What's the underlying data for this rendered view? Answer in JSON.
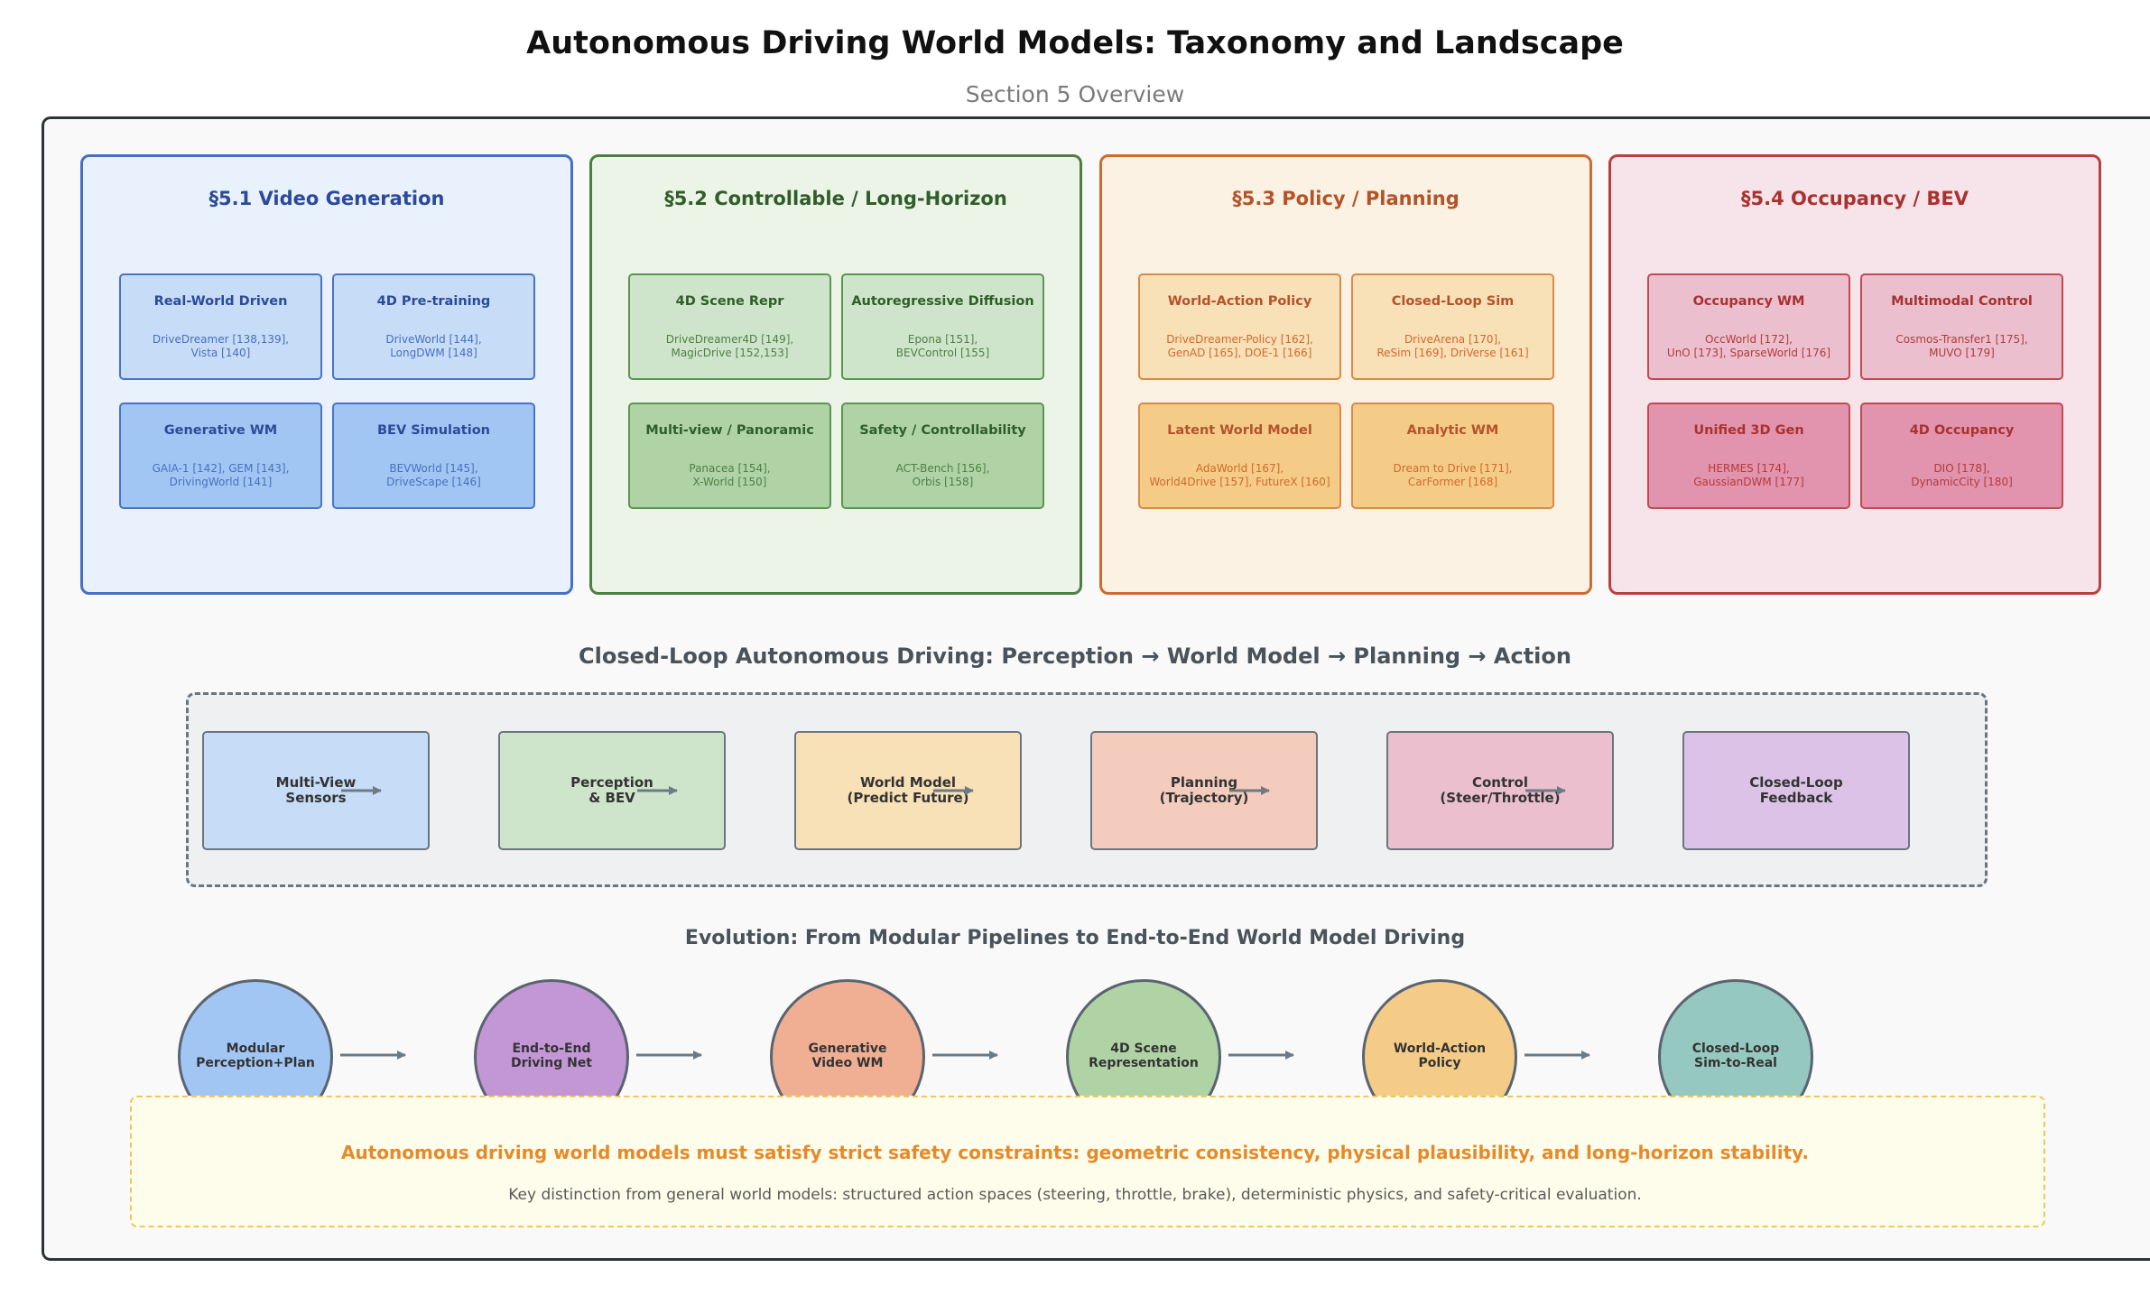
{
  "title": "Autonomous Driving World Models: Taxonomy and Landscape",
  "subtitle": "Section 5 Overview",
  "sections": [
    {
      "title": "§5.1 Video Generation",
      "colors": {
        "border": "#4670c4",
        "bg": "#e8f1fc",
        "title": "#2c4a9a",
        "text": "#4a6fc0",
        "card_border": "#4a72c9"
      },
      "cards": [
        {
          "title": "Real-World Driven",
          "refs": "DriveDreamer [138,139],\nVista [140]",
          "bg": "#c6dcf7"
        },
        {
          "title": "4D Pre-training",
          "refs": "DriveWorld [144],\nLongDWM [148]",
          "bg": "#c6dcf7"
        },
        {
          "title": "Generative WM",
          "refs": "GAIA-1 [142], GEM [143],\nDrivingWorld [141]",
          "bg": "#a2c6f3"
        },
        {
          "title": "BEV Simulation",
          "refs": "BEVWorld [145],\nDriveScape [146]",
          "bg": "#a2c6f3"
        }
      ]
    },
    {
      "title": "§5.2 Controllable / Long-Horizon",
      "colors": {
        "border": "#4c8040",
        "bg": "#ecf4e8",
        "title": "#2f5e28",
        "text": "#4f7f44",
        "card_border": "#5b9650"
      },
      "cards": [
        {
          "title": "4D Scene Repr",
          "refs": "DriveDreamer4D [149],\nMagicDrive [152,153]",
          "bg": "#cfe5cb"
        },
        {
          "title": "Autoregressive Diffusion",
          "refs": "Epona [151],\nBEVControl [155]",
          "bg": "#cfe5cb"
        },
        {
          "title": "Multi-view / Panoramic",
          "refs": "Panacea [154],\nX-World [150]",
          "bg": "#b0d3a6"
        },
        {
          "title": "Safety / Controllability",
          "refs": "ACT-Bench [156],\nOrbis [158]",
          "bg": "#b0d3a6"
        }
      ]
    },
    {
      "title": "§5.3 Policy / Planning",
      "colors": {
        "border": "#cc6c33",
        "bg": "#fcf2e3",
        "title": "#b4532a",
        "text": "#d2692c",
        "card_border": "#d98a48"
      },
      "cards": [
        {
          "title": "World-Action Policy",
          "refs": "DriveDreamer-Policy [162],\nGenAD [165], DOE-1 [166]",
          "bg": "#f8e0b7"
        },
        {
          "title": "Closed-Loop Sim",
          "refs": "DriveArena [170],\nReSim [169], DriVerse [161]",
          "bg": "#f8e0b7"
        },
        {
          "title": "Latent World Model",
          "refs": "AdaWorld [167],\nWorld4Drive [157], FutureX [160]",
          "bg": "#f4cc88"
        },
        {
          "title": "Analytic WM",
          "refs": "Dream to Drive [171],\nCarFormer [168]",
          "bg": "#f4cc88"
        }
      ]
    },
    {
      "title": "§5.4 Occupancy / BEV",
      "colors": {
        "border": "#b94040",
        "bg": "#f7e4ea",
        "title": "#a8322f",
        "text": "#b13c3c",
        "card_border": "#c24a4f"
      },
      "cards": [
        {
          "title": "Occupancy WM",
          "refs": "OccWorld [172],\nUnO [173], SparseWorld [176]",
          "bg": "#ebbfce"
        },
        {
          "title": "Multimodal Control",
          "refs": "Cosmos-Transfer1 [175],\nMUVO [179]",
          "bg": "#ebbfce"
        },
        {
          "title": "Unified 3D Gen",
          "refs": "HERMES [174],\nGaussianDWM [177]",
          "bg": "#e293ad"
        },
        {
          "title": "4D Occupancy",
          "refs": "DIO [178],\nDynamicCity [180]",
          "bg": "#e293ad"
        }
      ]
    }
  ],
  "closed_loop": {
    "heading": "Closed-Loop Autonomous Driving: Perception → World Model → Planning → Action",
    "steps": [
      {
        "label": "Multi-View\nSensors",
        "bg": "#c6dcf7"
      },
      {
        "label": "Perception\n& BEV",
        "bg": "#cfe5cb"
      },
      {
        "label": "World Model\n(Predict Future)",
        "bg": "#f8e0b7"
      },
      {
        "label": "Planning\n(Trajectory)",
        "bg": "#f4ccbd"
      },
      {
        "label": "Control\n(Steer/Throttle)",
        "bg": "#ebbfce"
      },
      {
        "label": "Closed-Loop\nFeedback",
        "bg": "#dbc2e6"
      }
    ]
  },
  "evolution": {
    "heading": "Evolution: From Modular Pipelines to End-to-End World Model Driving",
    "stages": [
      {
        "label": "Modular\nPerception+Plan",
        "bg": "#a2c6f3"
      },
      {
        "label": "End-to-End\nDriving Net",
        "bg": "#c397d6"
      },
      {
        "label": "Generative\nVideo WM",
        "bg": "#f0af93"
      },
      {
        "label": "4D Scene\nRepresentation",
        "bg": "#b0d3a6"
      },
      {
        "label": "World-Action\nPolicy",
        "bg": "#f4cc88"
      },
      {
        "label": "Closed-Loop\nSim-to-Real",
        "bg": "#96c8c2"
      }
    ]
  },
  "note": {
    "main": "Autonomous driving world models must satisfy strict safety constraints: geometric consistency, physical plausibility, and long-horizon stability.",
    "sub": "Key distinction from general world models: structured action spaces (steering, throttle, brake), deterministic physics, and safety-critical evaluation."
  }
}
